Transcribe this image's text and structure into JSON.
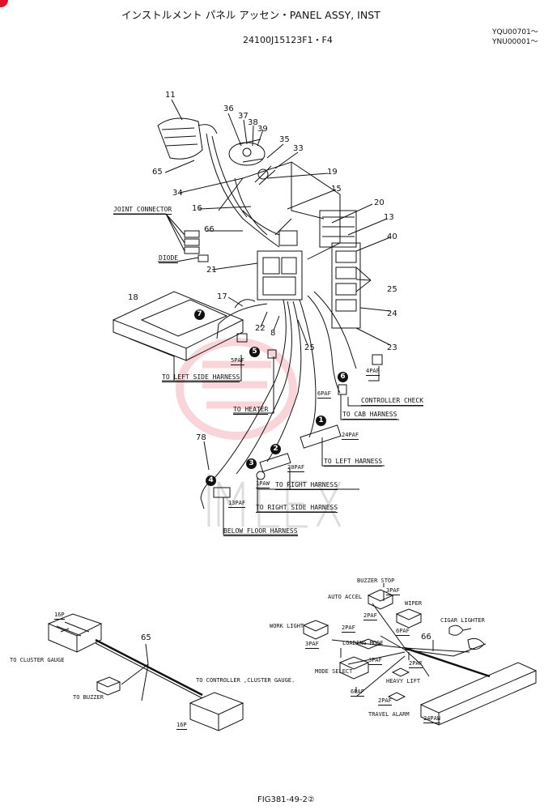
{
  "header": {
    "title": "インストルメント パネル アッセン・PANEL ASSY, INST",
    "part_number": "24100J15123F1・F4",
    "serial_1": "YQU00701～",
    "serial_2": "YNU00001～"
  },
  "callouts": [
    "11",
    "36",
    "37",
    "38",
    "39",
    "35",
    "33",
    "65",
    "19",
    "34",
    "15",
    "20",
    "16",
    "13",
    "40",
    "66",
    "21",
    "25",
    "17",
    "18",
    "24",
    "22",
    "8",
    "25",
    "23",
    "78"
  ],
  "harness_markers": [
    "1",
    "2",
    "3",
    "4",
    "5",
    "6",
    "7"
  ],
  "labels": {
    "joint_connector": "JOINT CONNECTOR",
    "diode": "DIODE",
    "to_left_side_harness": "TO LEFT SIDE HARNESS",
    "to_heater": "TO HEATER",
    "controller_check": "CONTROLLER CHECK",
    "to_cab_harness": "TO CAB HARNESS",
    "to_left_harness": "TO LEFT HARNESS",
    "to_right_harness": "TO RIGHT HARNESS",
    "to_right_side_harness": "TO RIGHT SIDE HARNESS",
    "below_floor_harness": "BELOW FLOOR HARNESS",
    "c_5paf": "5PAF",
    "c_4paf": "4PAF",
    "c_6paf": "6PAF",
    "c_24paf": "24PAF",
    "c_20paf": "20PAF",
    "c_1paw": "1PAW",
    "c_13paf": "13PAF"
  },
  "lower_left": {
    "callout": "65",
    "c_16p_top": "16P",
    "to_cluster_gauge": "TO CLUSTER GAUGE",
    "to_buzzer": "TO BUZZER",
    "to_controller_cluster_gauge": "TO CONTROLLER ,CLUSTER GAUGE.",
    "c_16p_bottom": "16P"
  },
  "lower_right": {
    "callout": "66",
    "buzzer_stop": "BUZZER STOP",
    "auto_accel": "AUTO ACCEL",
    "c_3paf_a": "3PAF",
    "wiper": "WIPER",
    "c_2paf_a": "2PAF",
    "cigar_lighter": "CIGAR LIGHTER",
    "work_light": "WORK LIGHT",
    "c_2paf_b": "2PAF",
    "c_6paf": "6PAF",
    "c_3paf_b": "3PAF",
    "loading_mode": "LOADING MODE",
    "c_3paf_c": "3PAF",
    "c_2paf_c": "2PAF",
    "mode_select": "MODE SELECT",
    "heavy_lift": "HEAVY LIFT",
    "c_6paf_b": "6PAF",
    "c_2paf_d": "2PAF",
    "travel_alarm": "TRAVEL ALARM",
    "c_24paw": "24PAW"
  },
  "footer": {
    "fig": "FIG381-49-2②"
  }
}
